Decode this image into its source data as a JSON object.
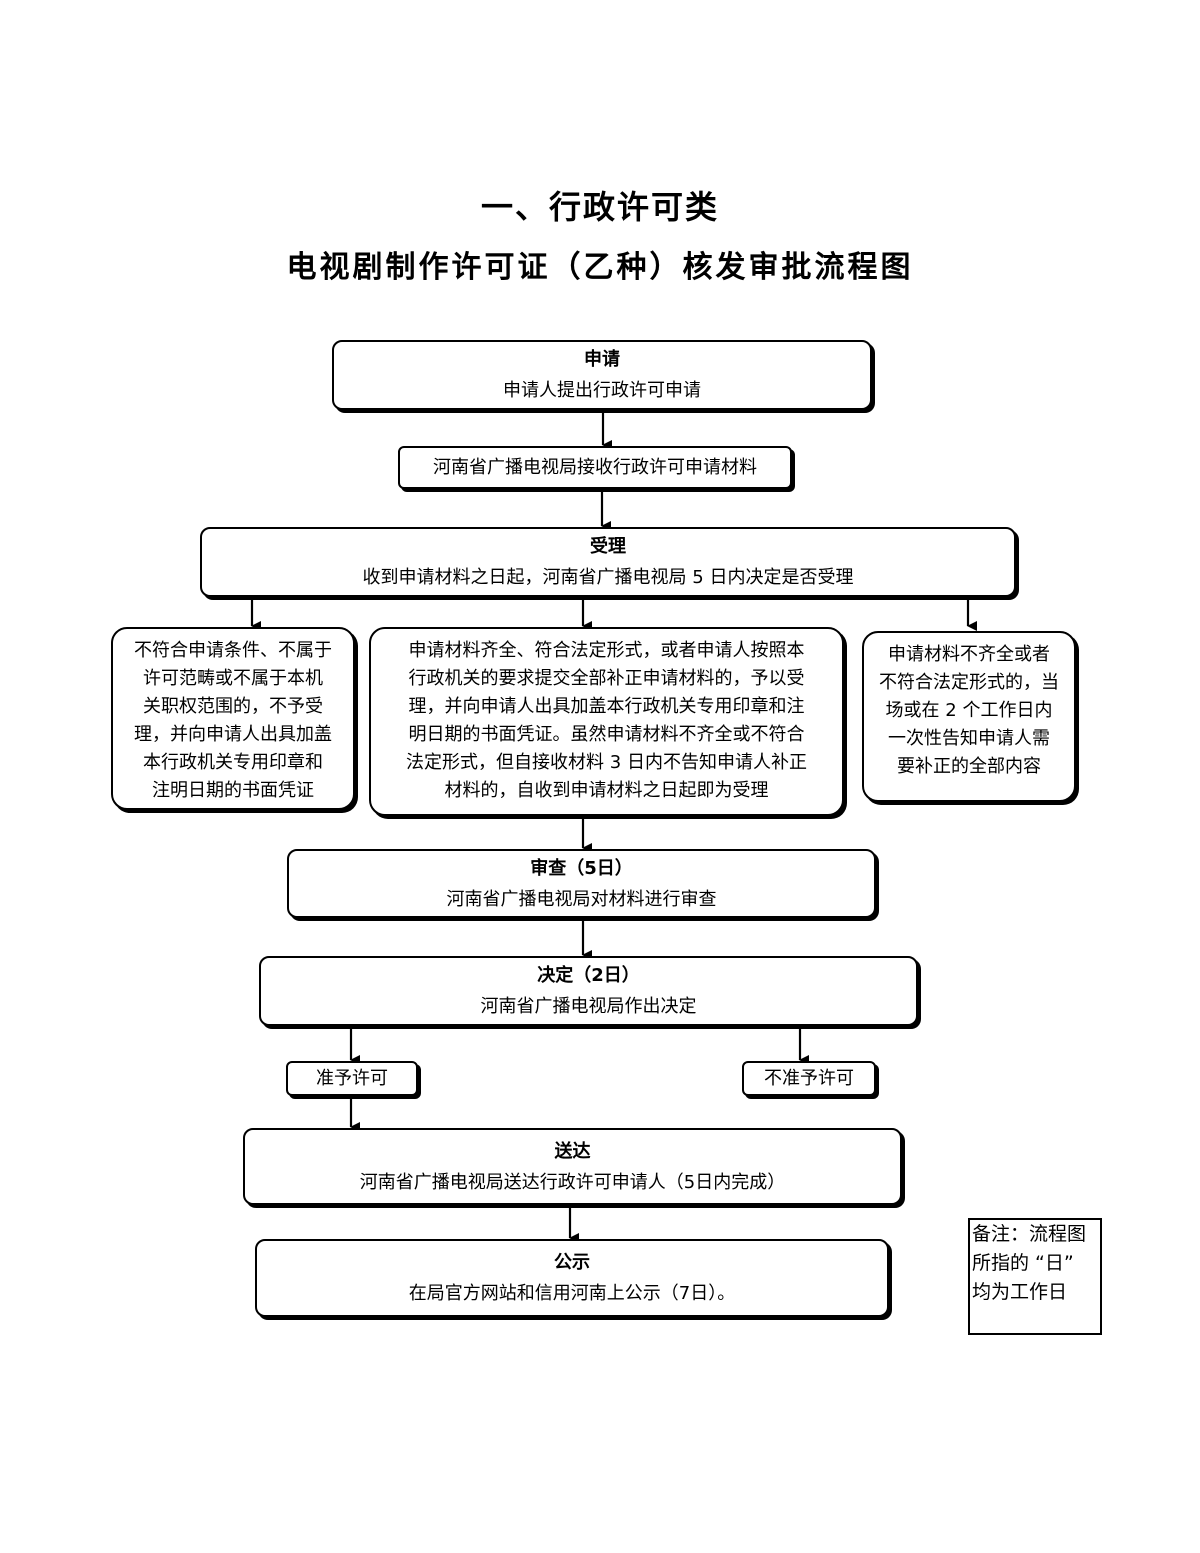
{
  "header": {
    "section": "一、行政许可类",
    "title": "电视剧制作许可证（乙种）核发审批流程图"
  },
  "steps": {
    "apply": {
      "title": "申请",
      "desc": "申请人提出行政许可申请"
    },
    "receive": {
      "desc": "河南省广播电视局接收行政许可申请材料"
    },
    "accept": {
      "title": "受理",
      "desc": "收到申请材料之日起，河南省广播电视局 5 日内决定是否受理"
    },
    "branch_reject": {
      "lines": [
        "不符合申请条件、不属于",
        "许可范畴或不属于本机",
        "关职权范围的，不予受",
        "理，并向申请人出具加盖",
        "本行政机关专用印章和",
        "注明日期的书面凭证"
      ]
    },
    "branch_accept": {
      "lines": [
        "申请材料齐全、符合法定形式，或者申请人按照本",
        "行政机关的要求提交全部补正申请材料的，予以受",
        "理，并向申请人出具加盖本行政机关专用印章和注",
        "明日期的书面凭证。虽然申请材料不齐全或不符合",
        "法定形式，但自接收材料 3 日内不告知申请人补正",
        "材料的，自收到申请材料之日起即为受理"
      ]
    },
    "branch_supplement": {
      "lines": [
        "申请材料不齐全或者",
        "不符合法定形式的，当",
        "场或在 2 个工作日内",
        "一次性告知申请人需",
        "要补正的全部内容"
      ]
    },
    "review": {
      "title": "审查（5日）",
      "desc": "河南省广播电视局对材料进行审查"
    },
    "decision": {
      "title": "决定（2日）",
      "desc": "河南省广播电视局作出决定"
    },
    "grant": {
      "label": "准予许可"
    },
    "deny": {
      "label": "不准予许可"
    },
    "deliver": {
      "title": "送达",
      "desc": "河南省广播电视局送达行政许可申请人（5日内完成）"
    },
    "publicize": {
      "title": "公示",
      "desc": "在局官方网站和信用河南上公示（7日）。"
    }
  },
  "note": {
    "lines": [
      "备注：流程图",
      "所指的 “日”",
      "均为工作日"
    ]
  }
}
